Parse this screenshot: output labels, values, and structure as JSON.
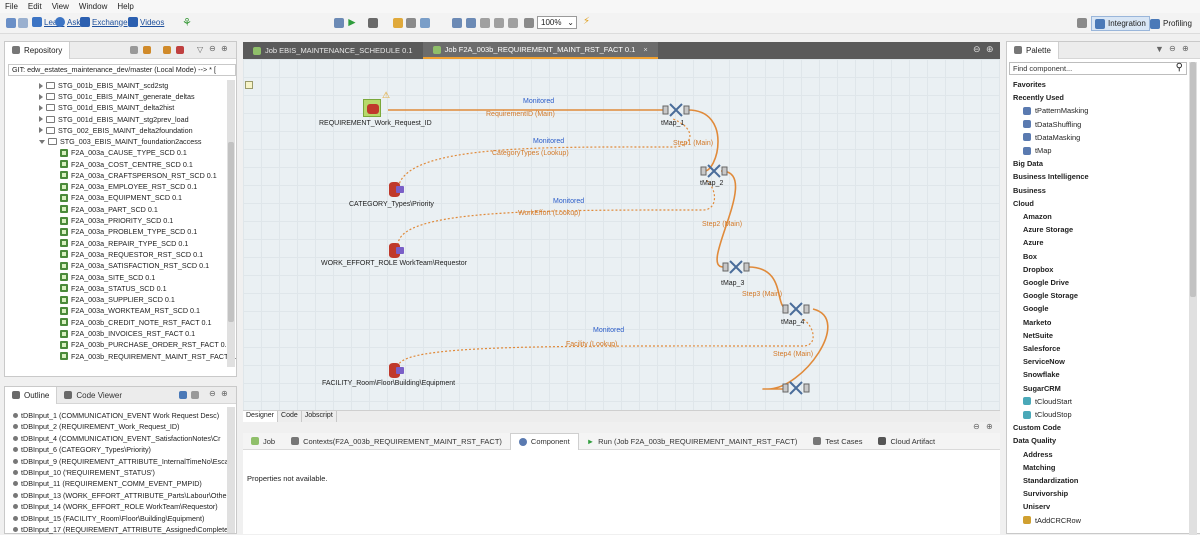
{
  "menu": [
    "File",
    "Edit",
    "View",
    "Window",
    "Help"
  ],
  "toolbar": {
    "learn": "Learn",
    "ask": "Ask",
    "exchange": "Exchange",
    "videos": "Videos",
    "zoom": "100%"
  },
  "perspectives": {
    "integration": "Integration",
    "profiling": "Profiling"
  },
  "repository": {
    "tab": "Repository",
    "git": "GIT: edw_estates_maintenance_dev/master  (Local Mode)   --> * [",
    "folders": [
      "STG_001b_EBIS_MAINT_scd2stg",
      "STG_001c_EBIS_MAINT_generate_deltas",
      "STG_001d_EBIS_MAINT_delta2hist",
      "STG_001d_EBIS_MAINT_stg2prev_load",
      "STG_002_EBIS_MAINT_delta2foundation",
      "STG_003_EBIS_MAINT_foundation2access"
    ],
    "jobs": [
      "F2A_003a_CAUSE_TYPE_SCD 0.1",
      "F2A_003a_COST_CENTRE_SCD 0.1",
      "F2A_003a_CRAFTSPERSON_RST_SCD 0.1",
      "F2A_003a_EMPLOYEE_RST_SCD 0.1",
      "F2A_003a_EQUIPMENT_SCD 0.1",
      "F2A_003a_PART_SCD 0.1",
      "F2A_003a_PRIORITY_SCD 0.1",
      "F2A_003a_PROBLEM_TYPE_SCD 0.1",
      "F2A_003a_REPAIR_TYPE_SCD 0.1",
      "F2A_003a_REQUESTOR_RST_SCD 0.1",
      "F2A_003a_SATISFACTION_RST_SCD 0.1",
      "F2A_003a_SITE_SCD 0.1",
      "F2A_003a_STATUS_SCD 0.1",
      "F2A_003a_SUPPLIER_SCD 0.1",
      "F2A_003a_WORKTEAM_RST_SCD 0.1",
      "F2A_003b_CREDIT_NOTE_RST_FACT 0.1",
      "F2A_003b_INVOICES_RST_FACT 0.1",
      "F2A_003b_PURCHASE_ORDER_RST_FACT 0.1",
      "F2A_003b_REQUIREMENT_MAINT_RST_FACT 0."
    ]
  },
  "outline": {
    "tab": "Outline",
    "tab2": "Code Viewer",
    "items": [
      "tDBInput_1 (COMMUNICATION_EVENT Work Request Desc)",
      "tDBInput_2 (REQUIREMENT_Work_Request_ID)",
      "tDBInput_4 (COMMUNICATION_EVENT_SatisfactionNotes\\Cr",
      "tDBInput_6 (CATEGORY_Types\\Priority)",
      "tDBInput_9 (REQUIREMENT_ATTRIBUTE_InternalTimeNo\\Escal",
      "tDBInput_10 ('REQUIREMENT_STATUS')",
      "tDBInput_11 (REQUIREMENT_COMM_EVENT_PMPID)",
      "tDBInput_13 (WORK_EFFORT_ATTRIBUTE_Parts\\Labour\\Other",
      "tDBInput_14 (WORK_EFFORT_ROLE WorkTeam\\Requestor)",
      "tDBInput_15 (FACILITY_Room\\Floor\\Building\\Equipment)",
      "tDBInput_17 (REQUIREMENT_ATTRIBUTE_Assigned\\Complete"
    ]
  },
  "editor": {
    "tabs": [
      "Job EBIS_MAINTENANCE_SCHEDULE 0.1",
      "Job F2A_003b_REQUIREMENT_MAINT_RST_FACT 0.1"
    ],
    "nodes": {
      "n1": "REQUIREMENT_Work_Request_ID",
      "n2": "CATEGORY_Types\\Priority",
      "n3": "WORK_EFFORT_ROLE WorkTeam\\Requestor",
      "n4": "FACILITY_Room\\Floor\\Building\\Equipment",
      "m1": "tMap_1",
      "m2": "tMap_2",
      "m3": "tMap_3",
      "m4": "tMap_4"
    },
    "monitored": "Monitored",
    "flows": {
      "f1": "RequirementID (Main)",
      "f2": "CategoryTypes (Lookup)",
      "f3": "WorkEffort (Lookup)",
      "f4": "Facility (Lookup)",
      "s1": "Step1 (Main)",
      "s2": "Step2 (Main)",
      "s3": "Step3 (Main)",
      "s4": "Step4 (Main)"
    },
    "subtabs": [
      "Designer",
      "Code",
      "Jobscript"
    ]
  },
  "bottom": {
    "tabs": [
      "Job",
      "Contexts(F2A_003b_REQUIREMENT_MAINT_RST_FACT)",
      "Component",
      "Run (Job F2A_003b_REQUIREMENT_MAINT_RST_FACT)",
      "Test Cases",
      "Cloud Artifact"
    ],
    "props": "Properties not available."
  },
  "palette": {
    "tab": "Palette",
    "search": "Find component...",
    "favorites": "Favorites",
    "recent": "Recently Used",
    "recent_items": [
      "tPatternMasking",
      "tDataShuffling",
      "tDataMasking",
      "tMap"
    ],
    "cats": [
      "Big Data",
      "Business Intelligence",
      "Business",
      "Cloud"
    ],
    "cloud_items": [
      "Amazon",
      "Azure Storage",
      "Azure",
      "Box",
      "Dropbox",
      "Google Drive",
      "Google Storage",
      "Google",
      "Marketo",
      "NetSuite",
      "Salesforce",
      "ServiceNow",
      "Snowflake",
      "SugarCRM"
    ],
    "cloud_leafs": [
      "tCloudStart",
      "tCloudStop"
    ],
    "cats2": [
      "Custom Code",
      "Data Quality"
    ],
    "dq_items": [
      "Address",
      "Matching",
      "Standardization",
      "Survivorship",
      "Uniserv"
    ],
    "dq_leaf": "tAddCRCRow"
  },
  "colors": {
    "accent": "#f0a030",
    "flow": "#e08a3a",
    "monitored": "#2a5cc8"
  }
}
